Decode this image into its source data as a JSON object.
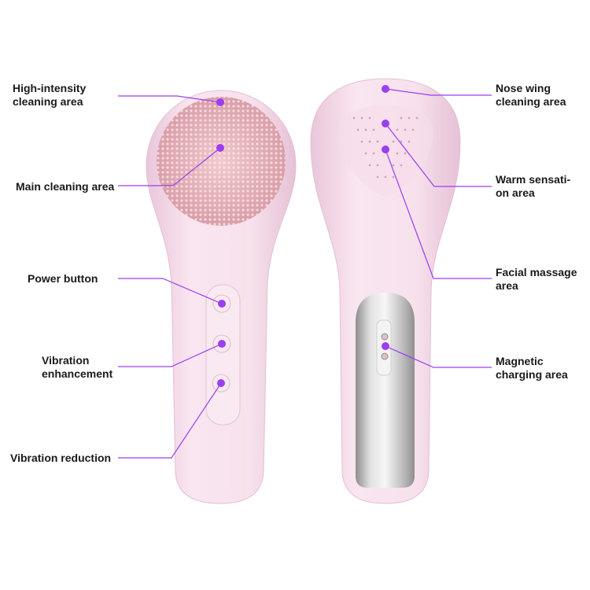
{
  "colors": {
    "accent": "#9b3ff0",
    "body": "#f4dbe9",
    "pad": "#e8b7be",
    "metal": "#c8c8c8"
  },
  "labels_left": [
    {
      "id": "high-intensity",
      "text": "High-intensity\ncleaning area"
    },
    {
      "id": "main-cleaning",
      "text": "Main cleaning area"
    },
    {
      "id": "power-button",
      "text": "Power button"
    },
    {
      "id": "vibration-enhancement",
      "text": "Vibration\nenhancement"
    },
    {
      "id": "vibration-reduction",
      "text": "Vibration reduction"
    }
  ],
  "labels_right": [
    {
      "id": "nose-wing",
      "text": "Nose wing\ncleaning area"
    },
    {
      "id": "warm-sensation",
      "text": "Warm sensati-\non area"
    },
    {
      "id": "facial-massage",
      "text": "Facial massage\narea"
    },
    {
      "id": "magnetic-charging",
      "text": "Magnetic\ncharging area"
    }
  ]
}
